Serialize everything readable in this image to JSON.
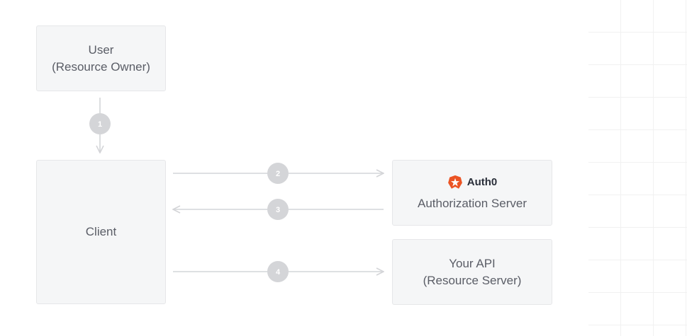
{
  "nodes": {
    "user": {
      "line1": "User",
      "line2": "(Resource Owner)"
    },
    "client": {
      "label": "Client"
    },
    "auth_server": {
      "brand": "Auth0",
      "label": "Authorization Server"
    },
    "api": {
      "line1": "Your API",
      "line2": "(Resource Server)"
    }
  },
  "steps": [
    "1",
    "2",
    "3",
    "4"
  ],
  "colors": {
    "box_fill": "#f5f6f7",
    "text": "#5a5d66",
    "connector": "#d4d5d8",
    "step_badge": "#d4d5d8",
    "auth0_orange": "#eb5424"
  }
}
